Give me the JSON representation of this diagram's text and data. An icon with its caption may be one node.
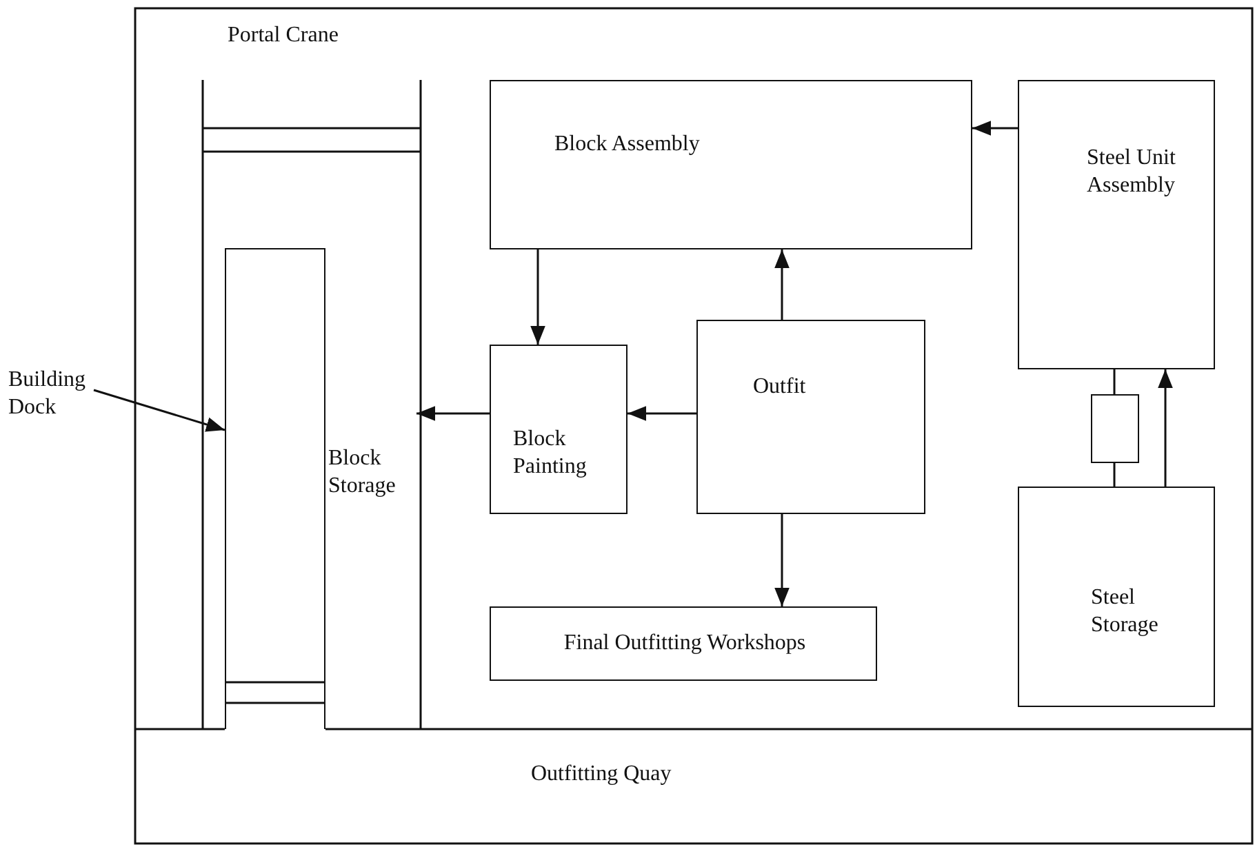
{
  "diagram": {
    "nodes": [
      {
        "text": [
          "Building Dock"
        ]
      },
      {
        "text": [],
        "shape": "box"
      },
      {
        "text": [
          "Block Storage"
        ]
      },
      {
        "text": [
          "Block Assembly"
        ]
      },
      {
        "text": [
          "Steel Unit Assembly"
        ]
      },
      {
        "text": [
          "Block Painting"
        ]
      },
      {
        "text": [
          "Outfit"
        ]
      },
      {
        "text": [
          "Final Outfitting Workshops"
        ]
      },
      {
        "text": [],
        "shape": "box"
      },
      {
        "text": [
          "Steel Storage"
        ]
      }
    ],
    "edges": [
      {
        "from": 4,
        "to": 3,
        "arrow": "to"
      },
      {
        "from": 3,
        "to": 5,
        "arrow": "to"
      },
      {
        "from": 6,
        "to": 3,
        "arrow": "to"
      },
      {
        "from": 6,
        "to": 5,
        "arrow": "to"
      },
      {
        "from": 5,
        "to": 2,
        "arrow": "to"
      },
      {
        "from": 6,
        "to": 7,
        "arrow": "to"
      },
      {
        "from": 9,
        "to": 4,
        "arrow": "to"
      },
      {
        "from": 0,
        "to": 1,
        "arrow": "to"
      },
      {
        "from": 4,
        "to": 8,
        "arrow": "none"
      },
      {
        "from": 8,
        "to": 9,
        "arrow": "none"
      }
    ],
    "labels": [
      "Portal Crane",
      "Outfitting Quay"
    ]
  }
}
